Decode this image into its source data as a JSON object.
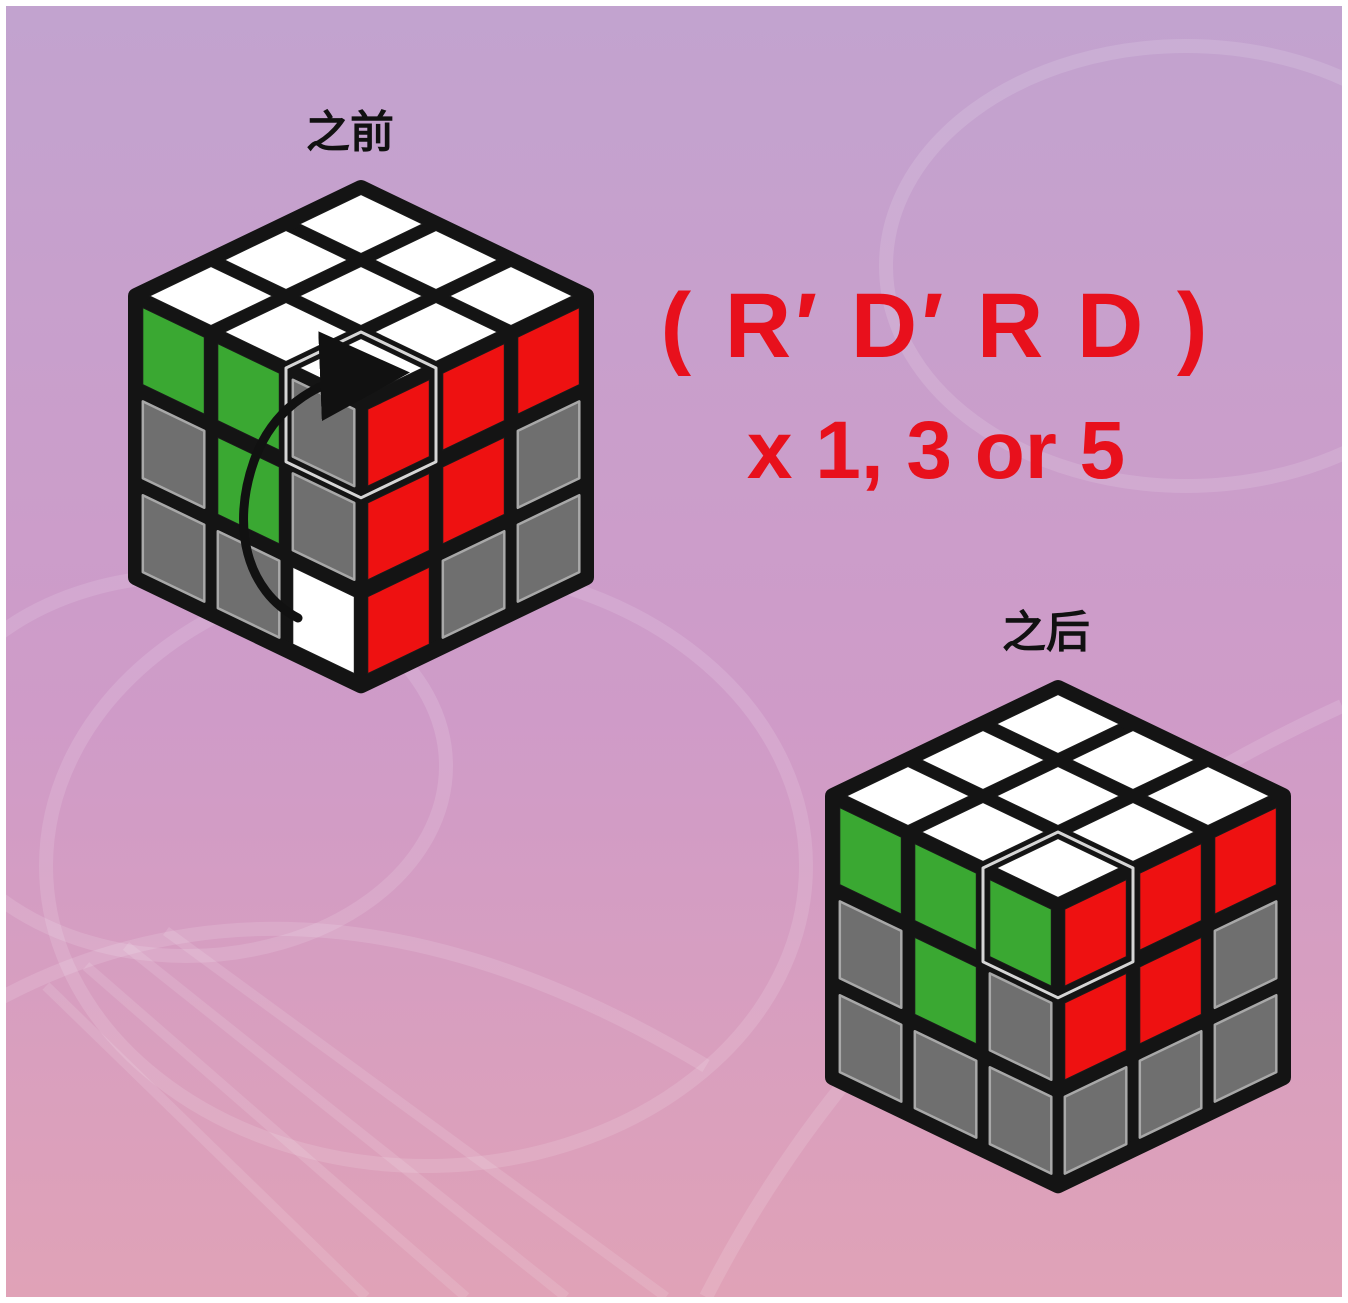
{
  "labels": {
    "before": "之前",
    "after": "之后"
  },
  "algorithm": {
    "moves": "( R′ D′ R D )",
    "repetitions": "x 1, 3 or 5"
  },
  "colors": {
    "white": "#ffffff",
    "green": "#3aa832",
    "red": "#ee1111",
    "grey": "#6f6f6f",
    "algorithm_text": "#e8101c"
  },
  "cubes": {
    "before": {
      "highlight_piece": "front-top-right corner",
      "top": [
        [
          "w",
          "w",
          "w"
        ],
        [
          "w",
          "w",
          "w"
        ],
        [
          "w",
          "w",
          "w"
        ]
      ],
      "front": [
        [
          "g",
          "g",
          "x"
        ],
        [
          "x",
          "g",
          "x"
        ],
        [
          "x",
          "x",
          "w"
        ]
      ],
      "right": [
        [
          "r",
          "r",
          "r"
        ],
        [
          "r",
          "r",
          "x"
        ],
        [
          "r",
          "x",
          "x"
        ]
      ]
    },
    "after": {
      "highlight_piece": "front-top-right corner",
      "top": [
        [
          "w",
          "w",
          "w"
        ],
        [
          "w",
          "w",
          "w"
        ],
        [
          "w",
          "w",
          "w"
        ]
      ],
      "front": [
        [
          "g",
          "g",
          "g"
        ],
        [
          "x",
          "g",
          "x"
        ],
        [
          "x",
          "x",
          "x"
        ]
      ],
      "right": [
        [
          "r",
          "r",
          "r"
        ],
        [
          "r",
          "r",
          "x"
        ],
        [
          "x",
          "x",
          "x"
        ]
      ]
    }
  }
}
